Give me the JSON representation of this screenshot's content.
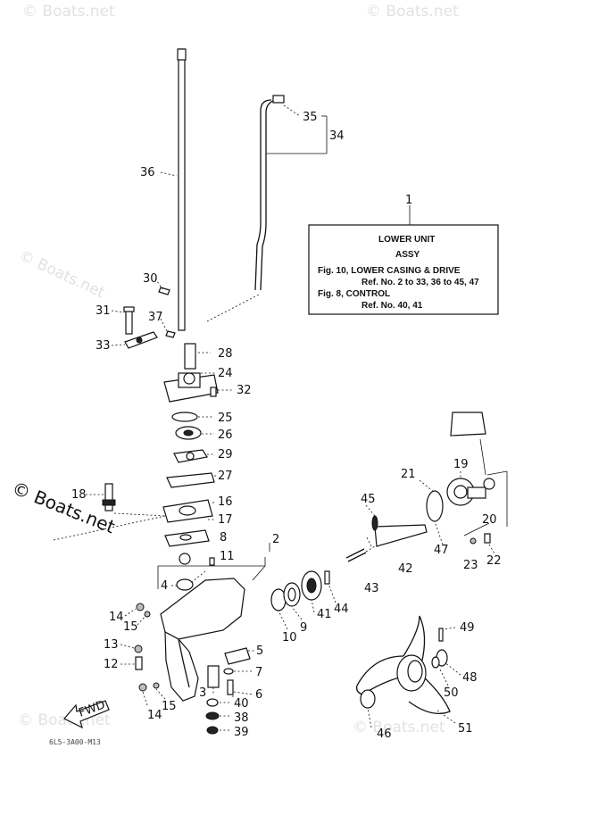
{
  "watermark": "© Boats.net",
  "assembly_box": {
    "ref_number": "1",
    "title_line1": "LOWER UNIT",
    "title_line2": "ASSY",
    "lines": [
      "Fig. 10, LOWER CASING & DRIVE",
      "Ref. No. 2 to 33, 36 to 45, 47",
      "Fig. 8, CONTROL",
      "Ref. No. 40, 41"
    ]
  },
  "fwd_label": "FWD",
  "diagram_code": "6L5-3A00-M13",
  "callouts": {
    "c2": "2",
    "c3": "3",
    "c4": "4",
    "c5": "5",
    "c6": "6",
    "c7": "7",
    "c8": "8",
    "c9": "9",
    "c10": "10",
    "c11": "11",
    "c12": "12",
    "c13": "13",
    "c14a": "14",
    "c14b": "14",
    "c15a": "15",
    "c15b": "15",
    "c16": "16",
    "c17": "17",
    "c18": "18",
    "c19": "19",
    "c20": "20",
    "c21": "21",
    "c22": "22",
    "c23": "23",
    "c24": "24",
    "c25": "25",
    "c26": "26",
    "c27": "27",
    "c28": "28",
    "c29": "29",
    "c30": "30",
    "c31": "31",
    "c32": "32",
    "c33": "33",
    "c34": "34",
    "c35": "35",
    "c36": "36",
    "c37": "37",
    "c38": "38",
    "c39": "39",
    "c40": "40",
    "c41": "41",
    "c42": "42",
    "c43": "43",
    "c44": "44",
    "c45": "45",
    "c46": "46",
    "c47": "47",
    "c48": "48",
    "c49": "49",
    "c50": "50",
    "c51": "51"
  }
}
